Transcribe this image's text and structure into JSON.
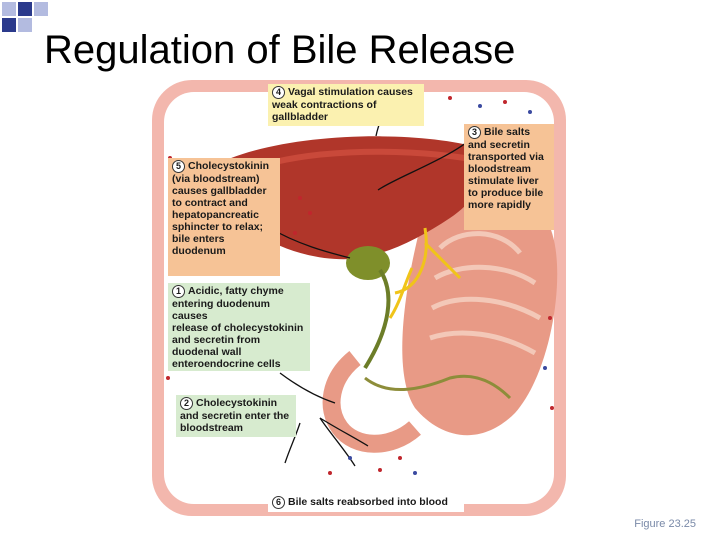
{
  "slide": {
    "title": "Regulation of Bile Release",
    "figure_label": "Figure 23.25"
  },
  "callouts": [
    {
      "key": "step4",
      "number": "4",
      "text": "Vagal stimulation causes\nweak contractions of\ngallbladder",
      "color": "#fbf1b0"
    },
    {
      "key": "step3",
      "number": "3",
      "text": "Bile salts\nand secretin\ntransported via\nbloodstream\nstimulate liver\nto produce bile\nmore rapidly",
      "color": "#f6c396"
    },
    {
      "key": "step5",
      "number": "5",
      "text": "Cholecystokinin\n(via bloodstream)\ncauses gallbladder\nto contract and\nhepatopancreatic\nsphincter to relax;\nbile enters\nduodenum",
      "color": "#f6c396"
    },
    {
      "key": "step1",
      "number": "1",
      "text": "Acidic, fatty chyme\nentering duodenum causes\nrelease of cholecystokinin\nand secretin from\nduodenal wall\nenteroendocrine cells",
      "color": "#d7ebcf"
    },
    {
      "key": "step2",
      "number": "2",
      "text": "Cholecystokinin\nand secretin enter the\nbloodstream",
      "color": "#d7ebcf"
    },
    {
      "key": "step6",
      "number": "6",
      "text": "Bile salts reabsorbed into blood",
      "color": "#ffffff"
    }
  ],
  "colors": {
    "vessel_wall": "#f3b7ad",
    "vessel_inner": "#ffffff",
    "liver": "#b0362a",
    "liver_highlight": "#c9493a",
    "stomach": "#e89a86",
    "stomach_fold": "#f3c8b8",
    "gallbladder": "#7f8f2a",
    "nerve": "#f0c419",
    "duct": "#6c7d28",
    "vessels_green": "#8d8d3a",
    "dot_red": "#c0262d",
    "dot_blue": "#3b4aa0",
    "deco_blue": "#2b3a8c",
    "deco_light": "#b3bbe0"
  }
}
